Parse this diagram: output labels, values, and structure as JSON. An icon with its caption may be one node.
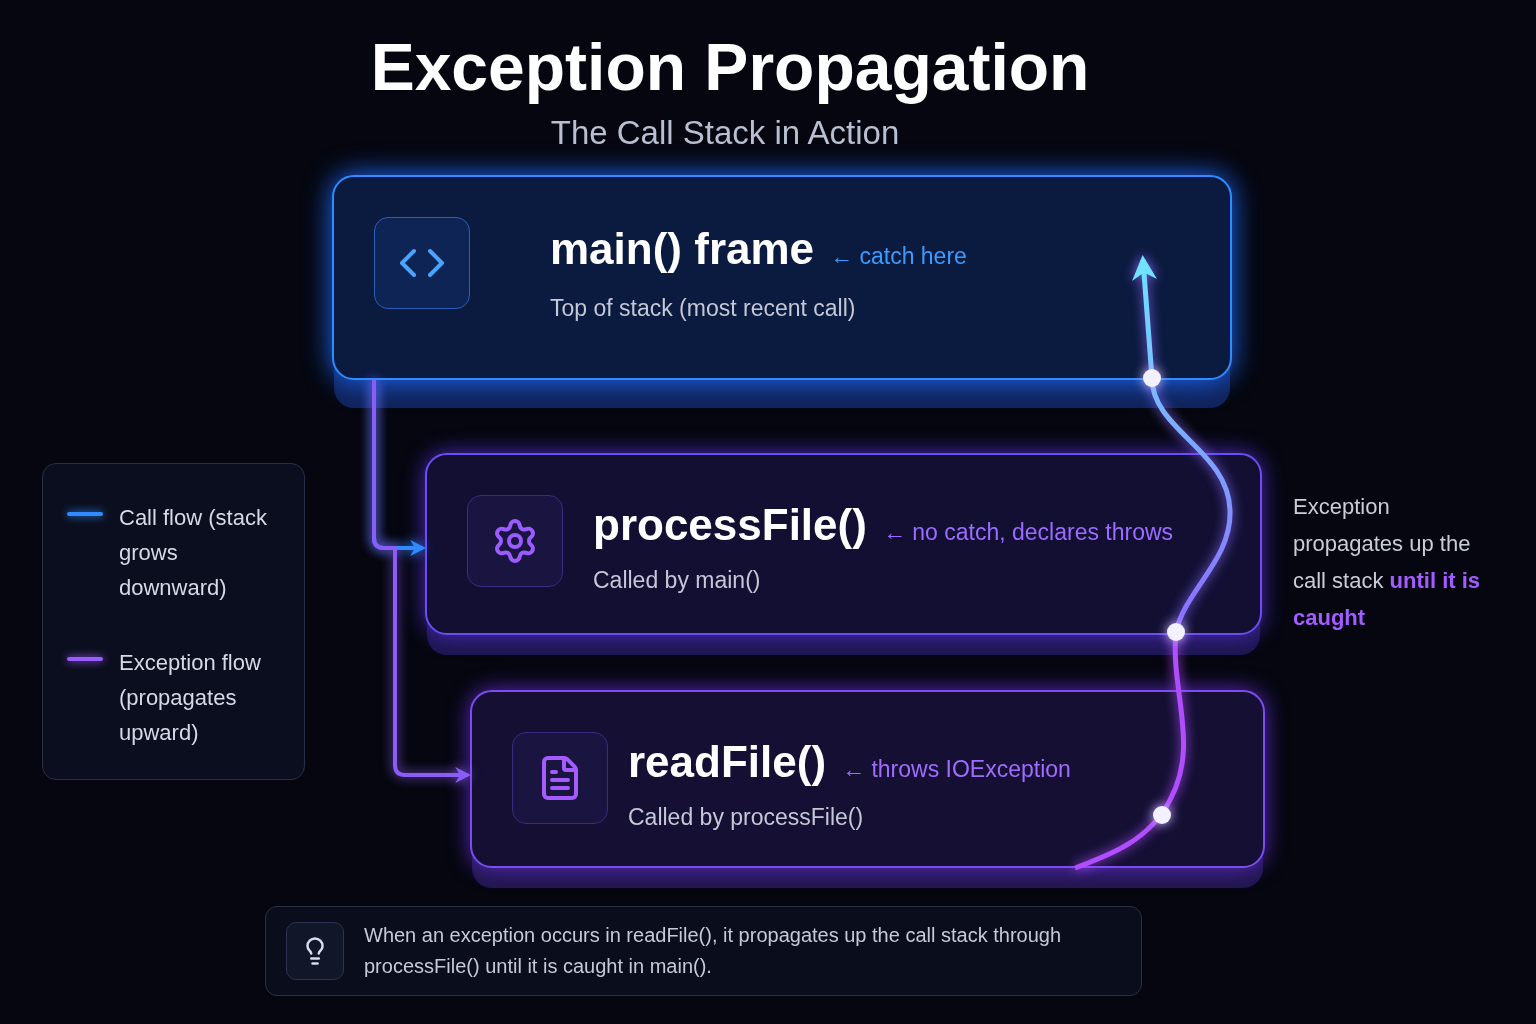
{
  "diagram": {
    "title": "Exception Propagation",
    "nodes": [
      {
        "text": [
          "main() frame",
          "← catch here",
          "Top of stack (most recent call)"
        ]
      },
      {
        "text": [
          "processFile()",
          "← no catch, declares throws",
          "Called by main()"
        ]
      },
      {
        "text": [
          "readFile()",
          "← throws IOException",
          "Called by processFile()"
        ]
      },
      {
        "text": [
          "When an exception occurs in readFile(), it propagates up the call stack through processFile() until it is caught in main()."
        ]
      }
    ],
    "edges": [
      {
        "from": 0,
        "to": 1,
        "arrow": "to",
        "color": "#2f8bff"
      },
      {
        "from": 0,
        "to": 2,
        "arrow": "to",
        "color": "#8b5cf6"
      },
      {
        "from": 2,
        "to": 1,
        "arrow": "none",
        "style": "thick",
        "color": "#b04dff"
      },
      {
        "from": 1,
        "to": 0,
        "arrow": "to",
        "style": "thick",
        "color": "#8a6cff"
      }
    ],
    "labels": [
      "The Call Stack in Action",
      "Exception propagates up the call stack **until it is caught**"
    ],
    "legend": [
      {
        "text": "Call flow (stack grows downward)"
      },
      {
        "text": "Exception flow (propagates upward)"
      }
    ]
  }
}
